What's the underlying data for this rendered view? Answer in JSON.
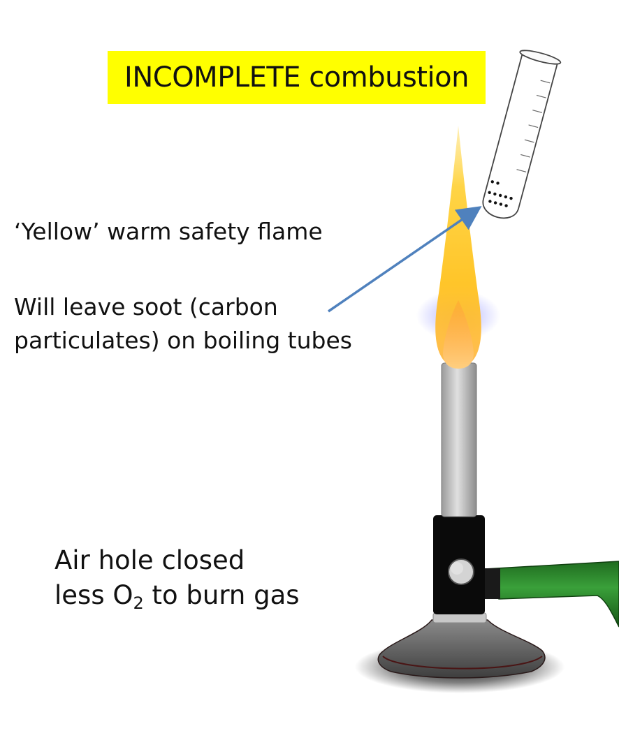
{
  "title": "INCOMPLETE combustion",
  "labels": {
    "flame": "‘Yellow’ warm safety flame",
    "soot_line1": "Will leave soot (carbon",
    "soot_line2": "particulates) on boiling tubes",
    "air_line1": "Air hole closed",
    "air_line2_pre": "less O",
    "air_line2_sub": "2",
    "air_line2_post": " to burn gas"
  },
  "colors": {
    "title_highlight": "#ffff00",
    "arrow": "#4f81bd",
    "hose": "#2e8b2e",
    "burner_body": "#0a0a0a",
    "flame_yellow": "#ffc428",
    "flame_blue": "#8a8cff"
  },
  "icons": {
    "test_tube": "test-tube-icon",
    "burner": "bunsen-burner-icon"
  }
}
